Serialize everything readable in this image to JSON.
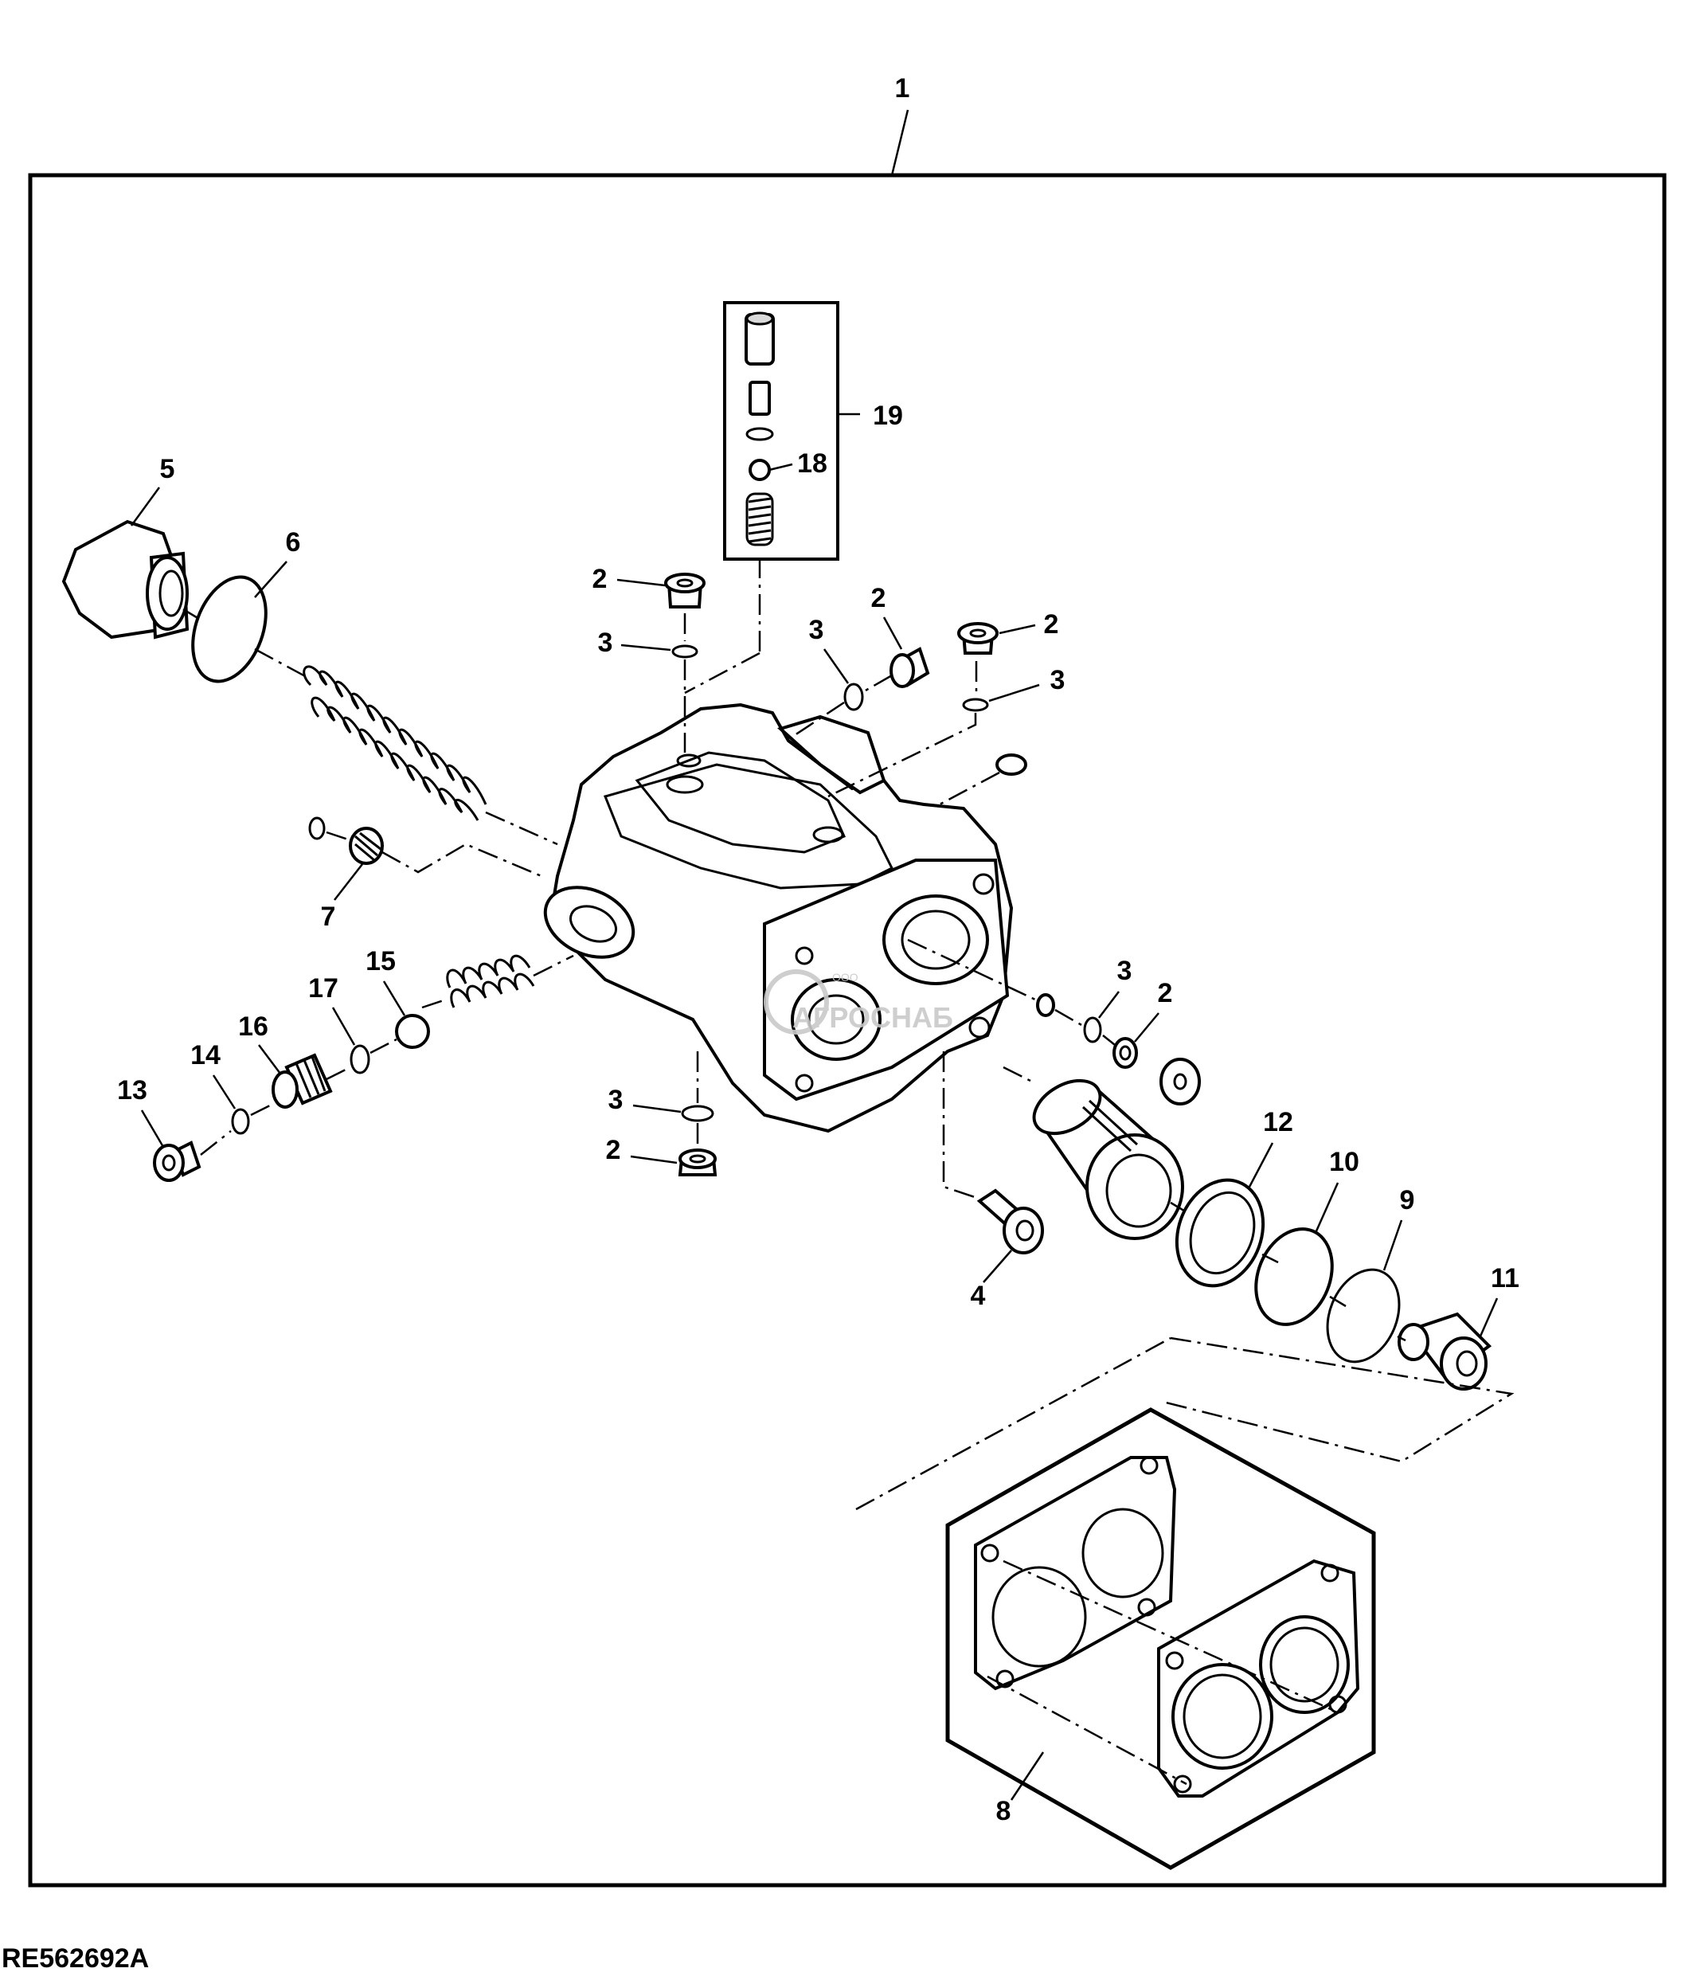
{
  "figure": {
    "id_label": "RE562692A",
    "assembly_callout": "1"
  },
  "callouts": {
    "c1": "1",
    "c2a": "2",
    "c2b": "2",
    "c2c": "2",
    "c2d": "2",
    "c2e": "2",
    "c3a": "3",
    "c3b": "3",
    "c3c": "3",
    "c3d": "3",
    "c3e": "3",
    "c4": "4",
    "c5": "5",
    "c6": "6",
    "c7": "7",
    "c8": "8",
    "c9": "9",
    "c10": "10",
    "c11": "11",
    "c12": "12",
    "c13": "13",
    "c14": "14",
    "c15": "15",
    "c16": "16",
    "c17": "17",
    "c18": "18",
    "c19": "19"
  },
  "watermark": {
    "brand": "АГРОСНАБ",
    "prefix": "ООО"
  },
  "colors": {
    "line": "#000000",
    "background": "#ffffff",
    "watermark": "#c9c9c9"
  }
}
